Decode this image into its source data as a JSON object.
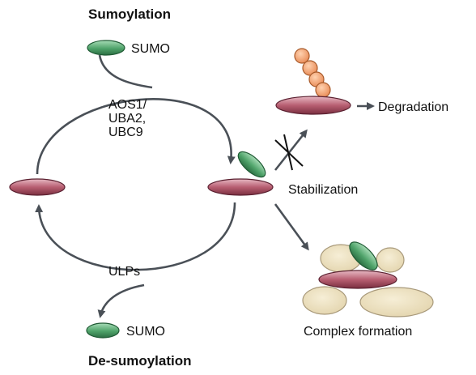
{
  "headings": {
    "top": "Sumoylation",
    "bottom": "De-sumoylation"
  },
  "labels": {
    "sumo_in": "SUMO",
    "sumo_out": "SUMO",
    "enzymes_line1": "AOS1/",
    "enzymes_line2": "UBA2,",
    "enzymes_line3": "UBC9",
    "ulps": "ULPs",
    "degradation": "Degradation",
    "stabilization": "Stabilization",
    "complex_formation": "Complex formation"
  },
  "colors": {
    "sumo_fill": "#4fa36a",
    "sumo_stroke": "#1f5a34",
    "substrate_fill": "#b85f72",
    "substrate_stroke": "#5a2030",
    "ubiquitin_fill": "#f0a070",
    "ubiquitin_stroke": "#a85a2a",
    "partner_fill": "#eadfbf",
    "partner_stroke": "#a8997a",
    "arrow": "#4a5057",
    "block_mark": "#111111"
  }
}
